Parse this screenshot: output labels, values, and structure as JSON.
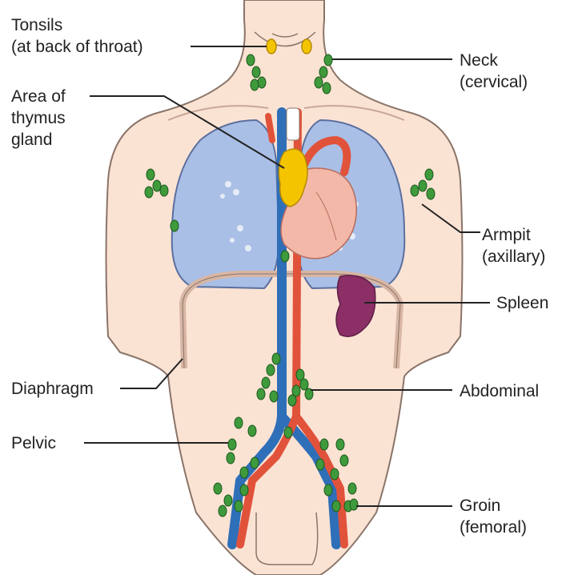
{
  "labels": {
    "tonsils": [
      "Tonsils",
      "(at back of throat)"
    ],
    "thymus": [
      "Area of",
      "thymus",
      "gland"
    ],
    "diaphragm": [
      "Diaphragm"
    ],
    "pelvic": [
      "Pelvic"
    ],
    "neck": [
      "Neck",
      "(cervical)"
    ],
    "armpit": [
      "Armpit",
      "(axillary)"
    ],
    "spleen": [
      "Spleen"
    ],
    "abdominal": [
      "Abdominal"
    ],
    "groin": [
      "Groin",
      "(femoral)"
    ]
  },
  "colors": {
    "skin": "#fbe3d4",
    "skin_outline": "#8a7468",
    "lung": "#a9bfe6",
    "lung_outline": "#5b6f9e",
    "vein": "#2f6fb8",
    "artery": "#e1523b",
    "lymph_node": "#3f9a3c",
    "lymph_node_outline": "#1d5a1d",
    "thymus": "#f4c400",
    "spleen": "#8b2f66",
    "heart": "#f3b8a8",
    "leader_line": "#222222"
  }
}
